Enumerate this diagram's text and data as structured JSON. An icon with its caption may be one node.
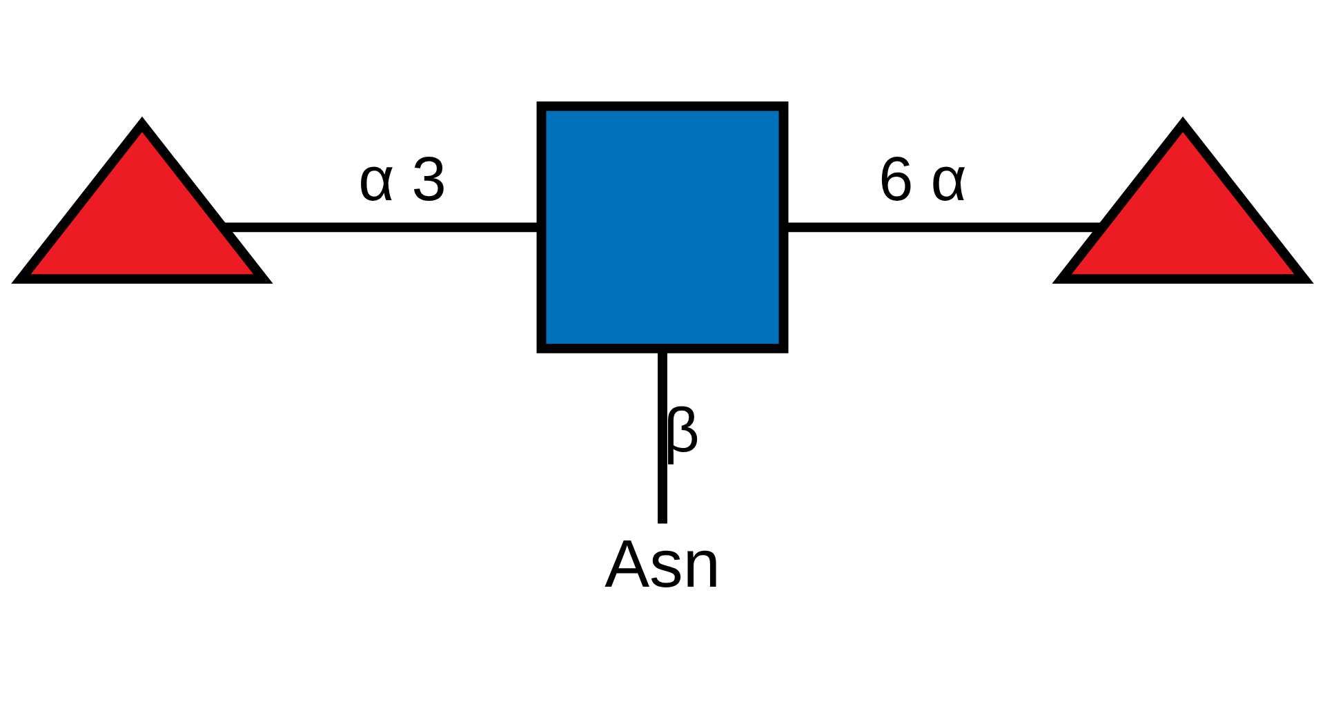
{
  "diagram": {
    "nodes": [
      {
        "text": [],
        "shape": "triangle"
      },
      {
        "text": [],
        "shape": "box"
      },
      {
        "text": [],
        "shape": "triangle"
      },
      {
        "text": [
          "Asn"
        ]
      }
    ],
    "edges": [
      {
        "from": 0,
        "to": 1,
        "arrow": "none",
        "label": "α 3"
      },
      {
        "from": 1,
        "to": 2,
        "arrow": "none",
        "label": "6 α"
      },
      {
        "from": 1,
        "to": 3,
        "arrow": "none",
        "label": "β"
      }
    ]
  }
}
